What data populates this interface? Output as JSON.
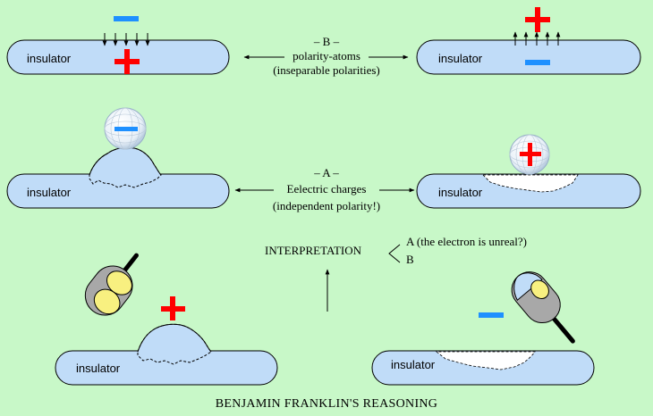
{
  "colors": {
    "background": "#c8f8c8",
    "insulator_fill": "#c0dcf8",
    "positive": "#ff0000",
    "negative": "#1e90ff",
    "scoop_fill": "#a8a8a8",
    "scoop_handle": "#000000",
    "scoop_contents": "#f8f080"
  },
  "insulator_label": "insulator",
  "panel_b": {
    "label": "– B –",
    "line1": "polarity-atoms",
    "line2": "(inseparable  polarities)"
  },
  "panel_a": {
    "label": "– A –",
    "line1": "Eelectric charges",
    "line2": "(independent polarity!)"
  },
  "interpretation": {
    "title": "INTERPRETATION",
    "option_a": "A  (the electron is unreal?)",
    "option_b": "B"
  },
  "caption": "BENJAMIN FRANKLIN'S  REASONING"
}
